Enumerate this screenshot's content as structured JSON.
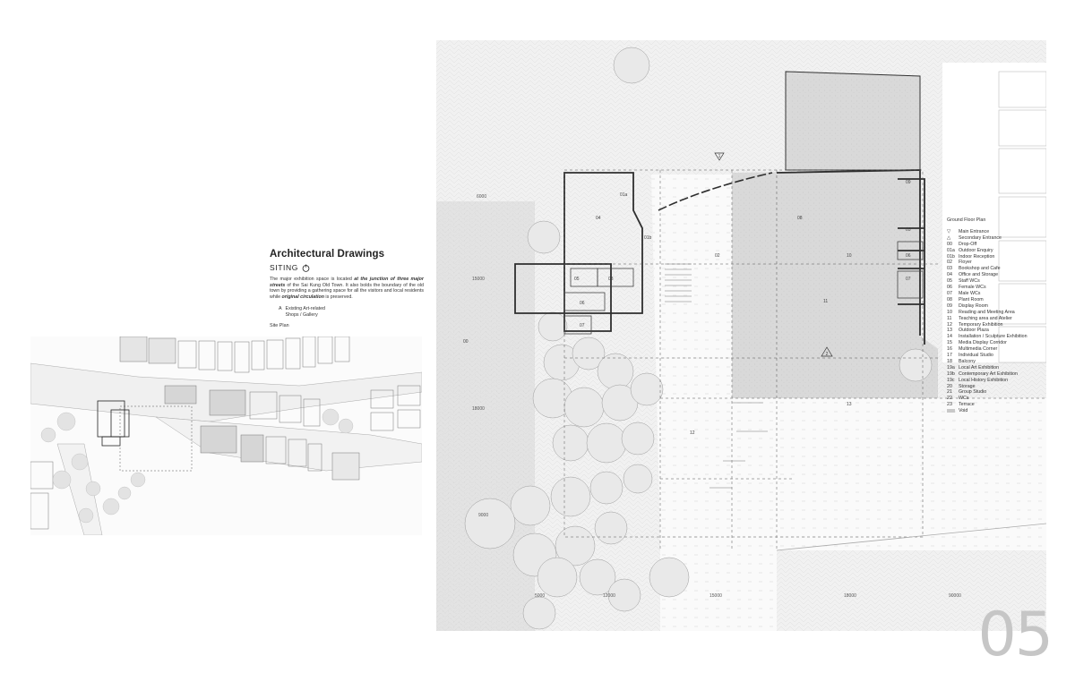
{
  "header": {
    "title": "Architectural Drawings",
    "subtitle": "SITING"
  },
  "description": {
    "p1": "The major exhibition space is located ",
    "em1": "at the junction of three major streets",
    "p2": " of the Sai Kung Old Town.  It also bolds the boundary of the old town by providing a gathering space for all the visitors and local residents while ",
    "em2": "original circulation",
    "p3": " is preserved."
  },
  "site_legend": {
    "marker": "A",
    "text_line1": "Existing Art-related",
    "text_line2": "Shops / Gallery"
  },
  "site_plan_label": "Site Plan",
  "floor_plan": {
    "legend_title": "Ground Floor Plan",
    "items": [
      {
        "num": "▽",
        "label": "Main Entrance"
      },
      {
        "num": "△",
        "label": "Secondary Entrance"
      },
      {
        "num": "00",
        "label": "Drop-Off"
      },
      {
        "num": "01a",
        "label": "Outdoor Enquiry"
      },
      {
        "num": "01b",
        "label": "Indoor Reception"
      },
      {
        "num": "02",
        "label": "Floyer"
      },
      {
        "num": "03",
        "label": "Bookshop and Cafe"
      },
      {
        "num": "04",
        "label": "Office and Storage"
      },
      {
        "num": "05",
        "label": "Staff WCs"
      },
      {
        "num": "06",
        "label": "Female WCs"
      },
      {
        "num": "07",
        "label": "Male WCs"
      },
      {
        "num": "08",
        "label": "Plant Room"
      },
      {
        "num": "09",
        "label": "Display Room"
      },
      {
        "num": "10",
        "label": "Reading and Meeting Area"
      },
      {
        "num": "11",
        "label": "Teaching area and Atelier"
      },
      {
        "num": "12",
        "label": "Temporary Exhibition"
      },
      {
        "num": "13",
        "label": "Outdoor Plaza"
      },
      {
        "num": "14",
        "label": "Installation / Sculpture Exhibition"
      },
      {
        "num": "15",
        "label": "Media Display Corridor"
      },
      {
        "num": "16",
        "label": "Multimedia Corner"
      },
      {
        "num": "17",
        "label": "Individual Studio"
      },
      {
        "num": "18",
        "label": "Balcony"
      },
      {
        "num": "19a",
        "label": "Local Art Exhibition"
      },
      {
        "num": "19b",
        "label": "Contemporary Art Exhibition"
      },
      {
        "num": "19c",
        "label": "Local History Exhibition"
      },
      {
        "num": "20",
        "label": "Storage"
      },
      {
        "num": "21",
        "label": "Group Studio"
      },
      {
        "num": "22",
        "label": "WCs"
      },
      {
        "num": "23",
        "label": "Terrace"
      },
      {
        "num": "",
        "label": "Void"
      }
    ],
    "room_labels": {
      "r01a": "01a",
      "r01b": "01b",
      "r02": "02",
      "r03": "03",
      "r04": "04",
      "r05": "05",
      "r06": "06",
      "r07": "07",
      "r08": "08",
      "r09": "09",
      "r10": "10",
      "r11": "11",
      "r12": "12",
      "r13": "13",
      "r00": "00",
      "r05b": "05",
      "r06b": "06",
      "r07b": "07"
    },
    "dimensions": {
      "d6000": "6000",
      "d15000": "15000",
      "d18000": "18000",
      "d9000": "9000",
      "d5000": "5000",
      "d12000": "12000",
      "d15000b": "15000",
      "d18000b": "18000",
      "d90000": "90000"
    },
    "entrance_1": "1",
    "entrance_2": "2"
  },
  "page_number": "05",
  "colors": {
    "paper": "#ffffff",
    "paving": "#ededed",
    "trees": "#dcdcdc",
    "plaza": "#d9d9d9",
    "wall": "#333333",
    "page_number": "#c6c6c6"
  }
}
